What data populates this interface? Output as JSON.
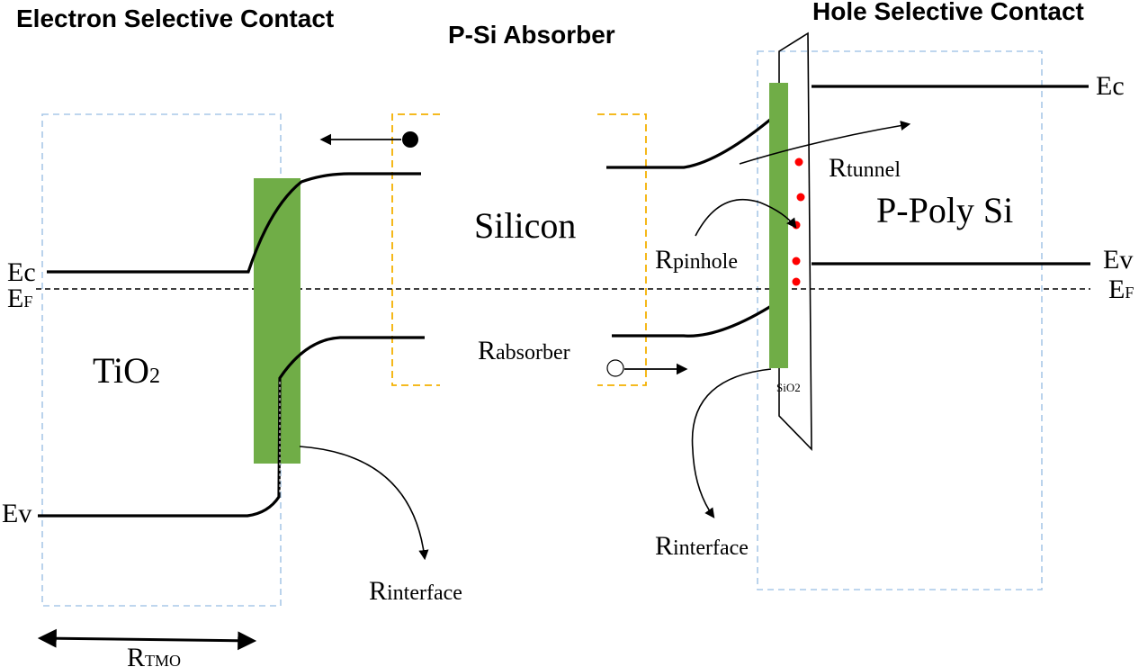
{
  "titles": {
    "electron_contact": "Electron Selective Contact",
    "absorber": "P-Si Absorber",
    "hole_contact": "Hole Selective Contact"
  },
  "regions": {
    "tio2": {
      "main": "TiO",
      "sub": "2"
    },
    "silicon": "Silicon",
    "poly_si": "P-Poly Si",
    "sio2": "SiO2"
  },
  "band_labels": {
    "ec_left": "Ec",
    "ef_left_main": "E",
    "ef_left_sub": "F",
    "ev_left": "Ev",
    "ec_right": "Ec",
    "ev_right": "Ev",
    "ef_right_main": "E",
    "ef_right_sub": "F"
  },
  "resistances": {
    "r_tmo": {
      "main": "R",
      "sub": "TMO"
    },
    "r_interface_left": {
      "main": "R",
      "sub": "interface"
    },
    "r_absorber": {
      "main": "R",
      "sub": "absorber"
    },
    "r_pinhole": {
      "main": "R",
      "sub": "pinhole"
    },
    "r_tunnel": {
      "main": "R",
      "sub": "tunnel"
    },
    "r_interface_right": {
      "main": "R",
      "sub": "interface"
    }
  },
  "colors": {
    "interface_layer": "#70ad47",
    "defect_dot": "#ff0000",
    "blue_dash": "#a9c8e8",
    "orange_dash": "#f4b000"
  }
}
